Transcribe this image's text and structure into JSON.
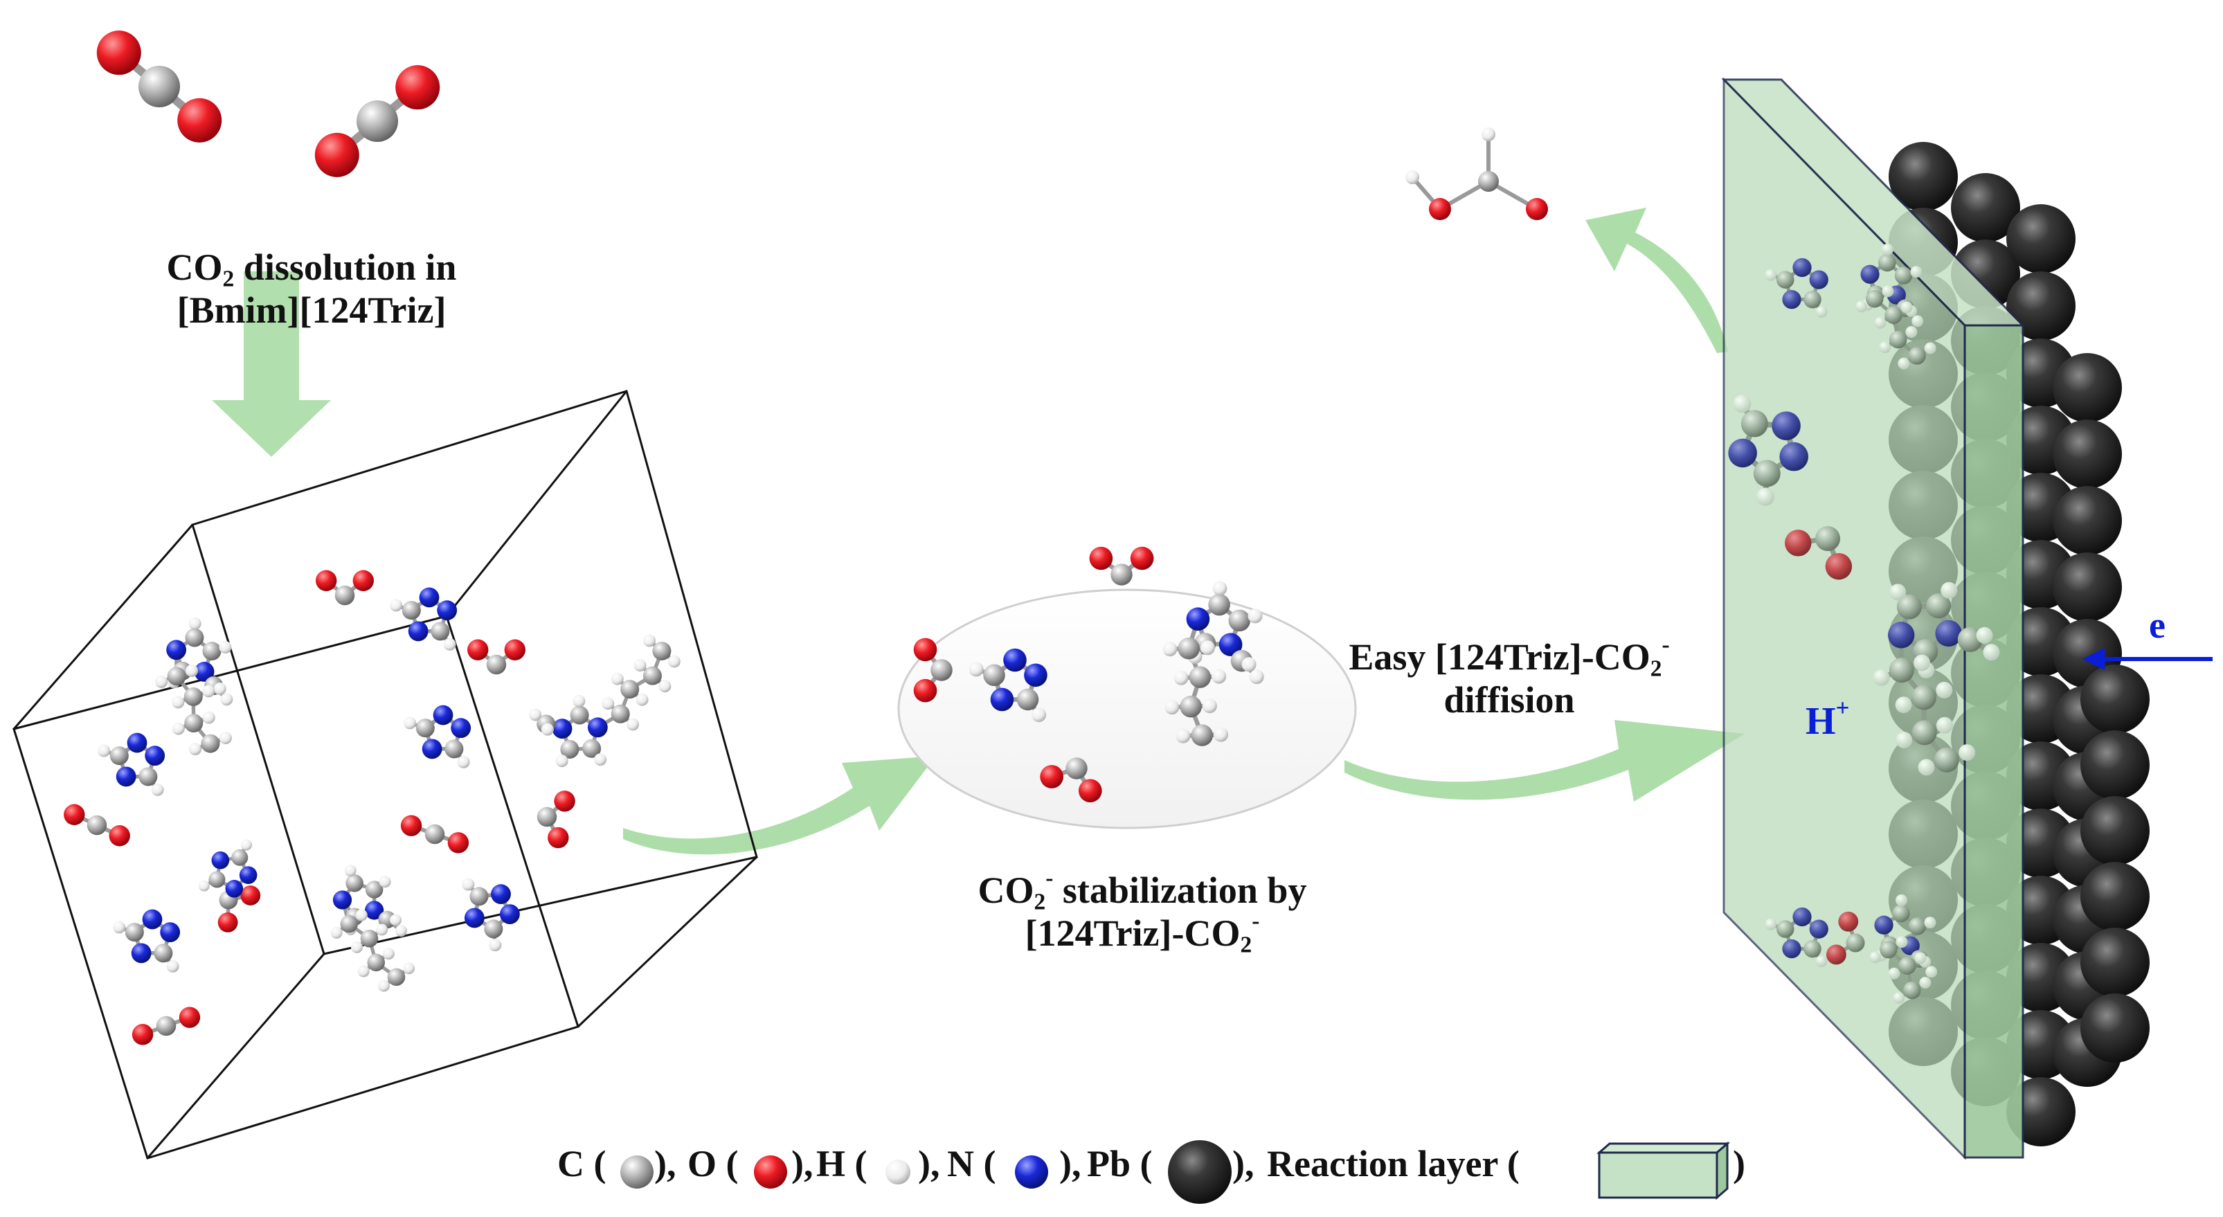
{
  "labels": {
    "dissolution_line1_prefix": "CO",
    "dissolution_line1_sub": "2",
    "dissolution_line1_suffix": " dissolution in",
    "dissolution_line2": "[Bmim][124Triz]",
    "stabilization_line1_prefix": "CO",
    "stabilization_line1_sub": "2",
    "stabilization_line1_sup": "-",
    "stabilization_line1_suffix": " stabilization by",
    "stabilization_line2_prefix": "[124Triz]-CO",
    "stabilization_line2_sub": "2",
    "stabilization_line2_sup": "-",
    "diffusion_line1_prefix": "Easy [124Triz]-CO",
    "diffusion_line1_sub": "2",
    "diffusion_line1_sup": "-",
    "diffusion_line2": "diffision",
    "proton_main": "H",
    "proton_sup": "+",
    "electron": "e"
  },
  "legend": {
    "c_label": "C (",
    "c_sep": "), ",
    "o_label": "O (",
    "o_sep": "), ",
    "h_label": "H (",
    "h_sep": "), ",
    "n_label": "N (",
    "n_sep": "), ",
    "pb_label": "Pb (",
    "pb_sep": "), ",
    "layer_label": "Reaction layer (",
    "close": ")"
  },
  "colors": {
    "carbon": "#a3a3a3",
    "oxygen": "#e8101c",
    "hydrogen": "#f2f2f2",
    "nitrogen": "#1a28d8",
    "lead": "#2f2f2f",
    "reaction_layer": "#b9d9b9",
    "arrow": "#9fd79a",
    "electron_arrow": "#0a1ed8"
  }
}
